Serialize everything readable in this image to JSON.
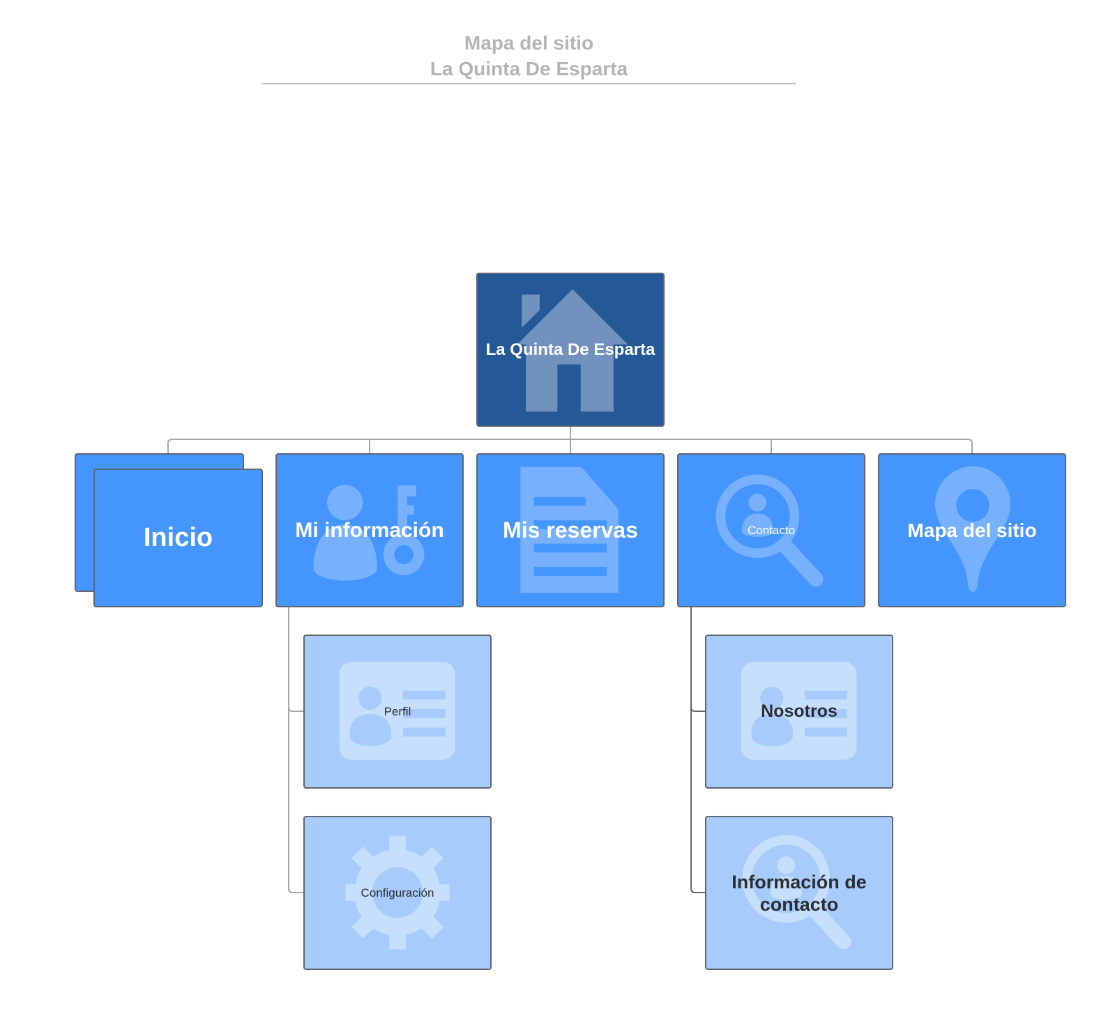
{
  "header": {
    "title_line1": "Mapa del sitio",
    "title_line2": "La Quinta De Esparta"
  },
  "colors": {
    "root": "#245896",
    "level1": "#4495fe",
    "level2": "#a7cbfc",
    "connector": "#a6a6a6",
    "border": "#5f6670"
  },
  "nodes": {
    "root": {
      "label": "La Quinta De Esparta",
      "icon": "house-icon"
    },
    "inicio": {
      "label": "Inicio",
      "icon": "stacked-pages-icon"
    },
    "mi_informacion": {
      "label": "Mi información",
      "icon": "user-key-icon"
    },
    "mis_reservas": {
      "label": "Mis reservas",
      "icon": "document-icon"
    },
    "contacto": {
      "label": "Contacto",
      "icon": "user-search-icon"
    },
    "mapa_sitio": {
      "label": "Mapa del sitio",
      "icon": "map-pin-icon"
    },
    "perfil": {
      "label": "Perfil",
      "icon": "id-card-icon"
    },
    "configuracion": {
      "label": "Configuración",
      "icon": "gear-icon"
    },
    "nosotros": {
      "label": "Nosotros",
      "icon": "id-card-icon"
    },
    "info_contacto": {
      "label": "Información de contacto",
      "icon": "user-search-icon"
    }
  }
}
